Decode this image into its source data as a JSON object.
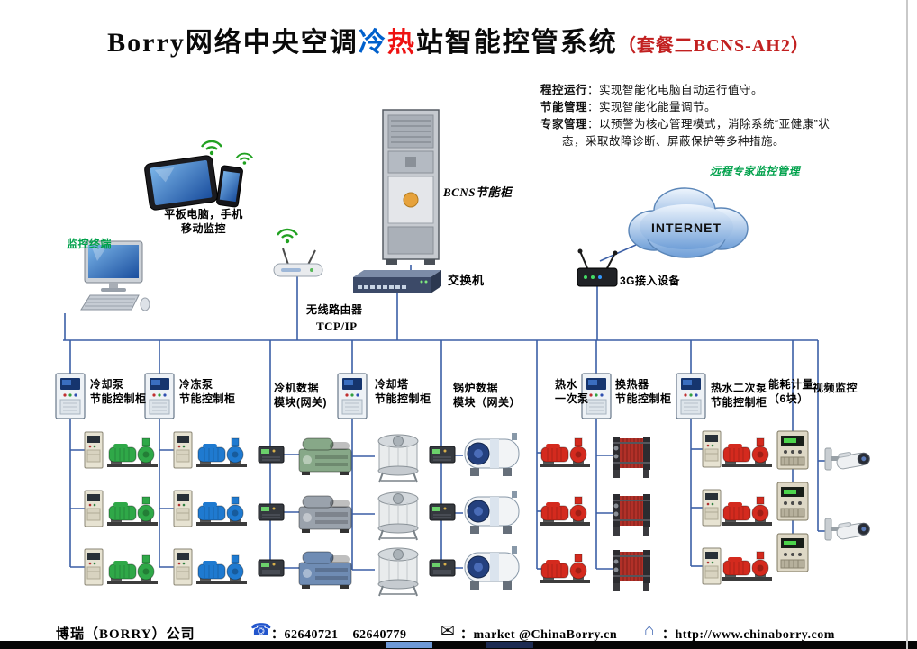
{
  "title": {
    "part1": "Borry网络中央空调",
    "cold": "冷",
    "hot": "热",
    "part2": "站智能控管系统",
    "suffix": "（套餐二BCNS-AH2）"
  },
  "features": [
    {
      "label": "程控运行",
      "text": "：实现智能化电脑自动运行值守。"
    },
    {
      "label": "节能管理",
      "text": "：实现智能化能量调节。"
    },
    {
      "label": "专家管理",
      "text": "：以预警为核心管理模式，消除系统“亚健康”状"
    },
    {
      "label": "",
      "text": "态，采取故障诊断、屏蔽保护等多种措施。"
    }
  ],
  "nodes": {
    "mobile_line1": "平板电脑，手机",
    "mobile_line2": "移动监控",
    "terminal": "监控终端",
    "rack": "BCNS节能柜",
    "switch": "交换机",
    "router": "无线路由器",
    "protocol": "TCP/IP",
    "internet": "INTERNET",
    "remote": "远程专家监控管理",
    "g3": "3G接入设备"
  },
  "columns": [
    {
      "line1": "冷却泵",
      "line2": "节能控制柜"
    },
    {
      "line1": "冷冻泵",
      "line2": "节能控制柜"
    },
    {
      "line1": "冷机数据",
      "line2": "模块(网关)"
    },
    {
      "line1": "冷却塔",
      "line2": "节能控制柜"
    },
    {
      "line1": "锅炉数据",
      "line2": "模块（网关）"
    },
    {
      "line1": "热水",
      "line2": "一次泵"
    },
    {
      "line1": "换热器",
      "line2": "节能控制柜"
    },
    {
      "line1": "热水二次泵",
      "line2": "节能控制柜"
    },
    {
      "line1": "能耗计量",
      "line2": "（6块）"
    },
    {
      "line1": "视频监控",
      "line2": ""
    }
  ],
  "footer": {
    "company": "博瑞（BORRY）公司",
    "phone_text": "：62640721    62640779",
    "email_text": "：market @ChinaBorry.cn",
    "web_text": "：http://www.chinaborry.com"
  },
  "icons": {
    "phone": "☎",
    "email": "✉",
    "home": "⌂"
  },
  "colors": {
    "line": "#3b5fa6",
    "cold": "#0060cc",
    "hot": "#ee1111",
    "title_suffix": "#c22020",
    "green_label": "#00a14b",
    "pump_green": "#2fa848",
    "pump_blue": "#1f7ad0",
    "pump_red": "#d42a1e"
  }
}
